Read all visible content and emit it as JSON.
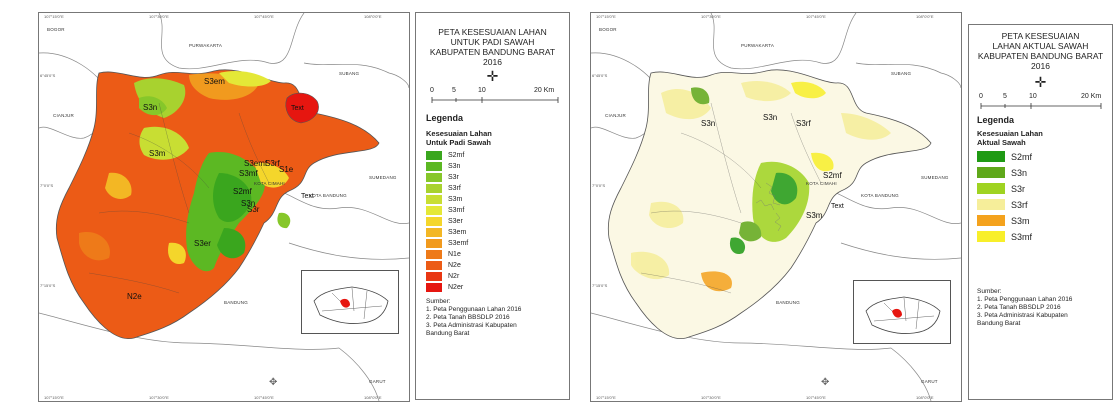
{
  "left": {
    "places": {
      "bogor": "BOGOR",
      "purwakarta": "PURWAKARTA",
      "subang": "SUBANG",
      "cianjur": "CIANJUR",
      "sumedang": "SUMEDANG",
      "kota_cimahi": "KOTA CIMAHI",
      "kota_bandung": "KOTA BANDUNG",
      "bandung": "BANDUNG",
      "garut": "GARUT"
    },
    "map_labels": {
      "s3em": "S3em",
      "s3n_top": "S3n",
      "s3m": "S3m",
      "s3emf": "S3emf",
      "s3mf": "S3mf",
      "s3rf": "S3rf",
      "s1e": "S1e",
      "s2mf": "S2mf",
      "s3n": "S3n",
      "s3r": "S3r",
      "s3er": "S3er",
      "n2e": "N2e",
      "text": "Text"
    },
    "legend": {
      "title_lines": [
        "PETA KESESUAIAN LAHAN",
        "UNTUK PADI SAWAH",
        "KABUPATEN BANDUNG BARAT",
        "2016"
      ],
      "scale": [
        "0",
        "5",
        "10",
        "20 Km"
      ],
      "legenda": "Legenda",
      "subtitle_lines": [
        "Kesesuaian Lahan",
        "Untuk Padi Sawah"
      ],
      "items": [
        {
          "label": "S2mf",
          "color": "#3aa61e"
        },
        {
          "label": "S3n",
          "color": "#5cb823"
        },
        {
          "label": "S3r",
          "color": "#86c72a"
        },
        {
          "label": "S3rf",
          "color": "#a8d22f"
        },
        {
          "label": "S3m",
          "color": "#c8de33"
        },
        {
          "label": "S3mf",
          "color": "#e4e837"
        },
        {
          "label": "S3er",
          "color": "#f4d62b"
        },
        {
          "label": "S3em",
          "color": "#f3b724"
        },
        {
          "label": "S3emf",
          "color": "#f19a1e"
        },
        {
          "label": "N1e",
          "color": "#ee7a19"
        },
        {
          "label": "N2e",
          "color": "#ec5b16"
        },
        {
          "label": "N2r",
          "color": "#e93713"
        },
        {
          "label": "N2er",
          "color": "#e61610"
        }
      ],
      "sumber_title": "Sumber:",
      "sumber": [
        "1. Peta Penggunaan Lahan 2016",
        "2. Peta Tanah BBSDLP 2016",
        "3. Peta Administrasi Kabupaten",
        "    Bandung Barat"
      ]
    }
  },
  "right": {
    "places": {
      "bogor": "BOGOR",
      "purwakarta": "PURWAKARTA",
      "subang": "SUBANG",
      "cianjur": "CIANJUR",
      "sumedang": "SUMEDANG",
      "kota_cimahi": "KOTA CIMAHI",
      "kota_bandung": "KOTA BANDUNG",
      "bandung": "BANDUNG",
      "garut": "GARUT"
    },
    "map_labels": {
      "s3n": "S3n",
      "s3n2": "S3n",
      "s3rf": "S3rf",
      "s2mf": "S2mf",
      "s3m": "S3m",
      "text": "Text"
    },
    "legend": {
      "title_lines": [
        "PETA KESESUAIAN",
        "LAHAN AKTUAL SAWAH",
        "KABUPATEN BANDUNG BARAT",
        "2016"
      ],
      "scale": [
        "0",
        "5",
        "10",
        "20 Km"
      ],
      "legenda": "Legenda",
      "subtitle_lines": [
        "Kesesuaian Lahan",
        "Aktual Sawah"
      ],
      "items": [
        {
          "label": "S2mf",
          "color": "#1f9a14"
        },
        {
          "label": "S3n",
          "color": "#5fa81a"
        },
        {
          "label": "S3r",
          "color": "#9fd321"
        },
        {
          "label": "S3rf",
          "color": "#f6ee9a"
        },
        {
          "label": "S3m",
          "color": "#f4a21d"
        },
        {
          "label": "S3mf",
          "color": "#f8ef2a"
        }
      ],
      "sumber_title": "Sumber:",
      "sumber": [
        "1. Peta Penggunaan Lahan 2016",
        "2. Peta Tanah BBSDLP 2016",
        "3. Peta Administrasi Kabupaten",
        "    Bandung Barat"
      ]
    }
  },
  "ticks": {
    "top": [
      "107°15'0\"E",
      "107°30'0\"E",
      "107°45'0\"E",
      "108°0'0\"E"
    ],
    "side": [
      "6°45'0\"S",
      "7°0'0\"S",
      "7°15'0\"S"
    ]
  }
}
